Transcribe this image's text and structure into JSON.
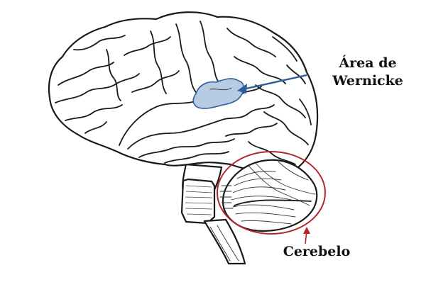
{
  "labels": {
    "wernicke_line1": "Área de",
    "wernicke_line2": "Wernicke",
    "cerebellum": "Cerebelo"
  },
  "colors": {
    "wernicke_fill": "#b7cbe3",
    "wernicke_stroke": "#2f5d9a",
    "arrow_blue": "#2f5d9a",
    "cerebellum_circle": "#b3262b",
    "cerebellum_arrow": "#b3262b",
    "ink": "#1a1a1a",
    "label_text": "#111111"
  },
  "icons": {
    "wernicke_pointer": "arrow-left-icon",
    "cerebellum_pointer": "arrow-up-icon"
  }
}
